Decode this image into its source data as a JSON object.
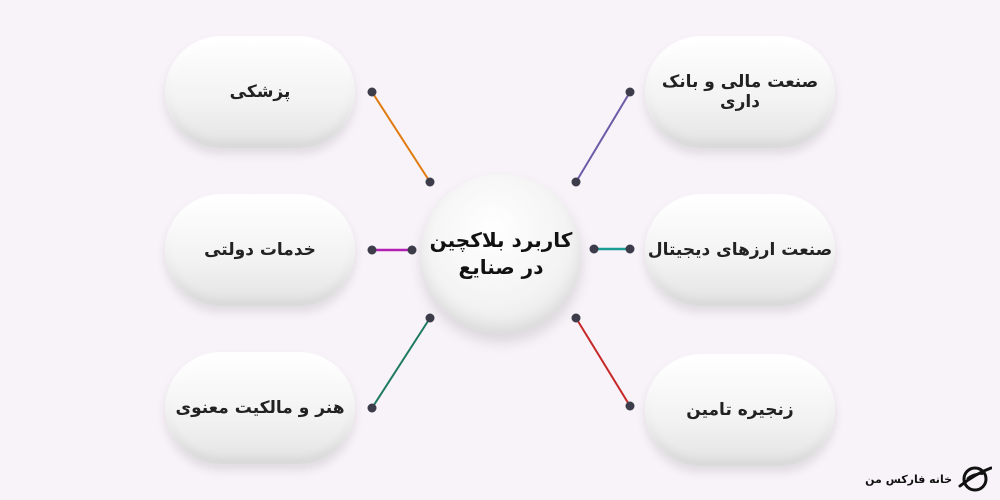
{
  "center": {
    "line1": "کاربرد بلاکچین",
    "line2": "در صنایع"
  },
  "nodes": [
    {
      "label": "پزشکی",
      "color": "#e07a10"
    },
    {
      "label": "خدمات دولتی",
      "color": "#b31fb3"
    },
    {
      "label": "هنر و مالکیت معنوی",
      "color": "#1f7a62"
    },
    {
      "label": "صنعت مالی و بانک داری",
      "color": "#6e5aa8"
    },
    {
      "label": "صنعت ارزهای دیجیتال",
      "color": "#1a9c95"
    },
    {
      "label": "زنجیره تامین",
      "color": "#c62828"
    }
  ],
  "logo": {
    "text": "خانه فارکس من",
    "icon": "globe-logo-icon"
  }
}
